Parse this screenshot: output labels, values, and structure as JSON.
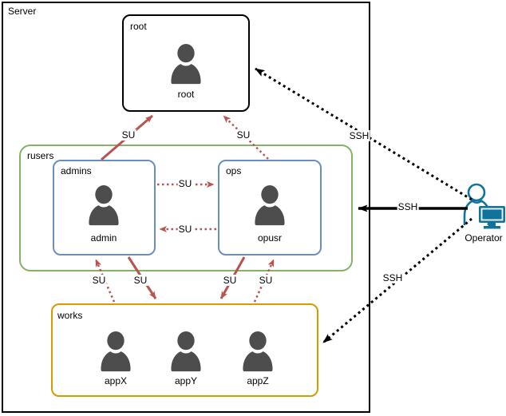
{
  "server": {
    "label": "Server"
  },
  "root_box": {
    "title": "root",
    "user": "root"
  },
  "rusers": {
    "title": "rusers"
  },
  "admins": {
    "title": "admins",
    "user": "admin"
  },
  "ops": {
    "title": "ops",
    "user": "opusr"
  },
  "works": {
    "title": "works",
    "users": [
      "appX",
      "appY",
      "appZ"
    ]
  },
  "operator": {
    "label": "Operator"
  },
  "edges": [
    {
      "from": "admin",
      "to": "root",
      "label": "SU",
      "style": "solid-red"
    },
    {
      "from": "opusr",
      "to": "root",
      "label": "SU",
      "style": "dotted-red"
    },
    {
      "from": "admin",
      "to": "opusr",
      "label": "SU",
      "style": "dotted-red"
    },
    {
      "from": "opusr",
      "to": "admin",
      "label": "SU",
      "style": "dotted-red"
    },
    {
      "from": "works",
      "to": "admin",
      "label": "SU",
      "style": "dotted-red"
    },
    {
      "from": "admin",
      "to": "works",
      "label": "SU",
      "style": "solid-red"
    },
    {
      "from": "opusr",
      "to": "works",
      "label": "SU",
      "style": "solid-red"
    },
    {
      "from": "works",
      "to": "opusr",
      "label": "SU",
      "style": "dotted-red"
    },
    {
      "from": "operator",
      "to": "root",
      "label": "SSH",
      "style": "dotted-black"
    },
    {
      "from": "operator",
      "to": "rusers",
      "label": "SSH",
      "style": "solid-black"
    },
    {
      "from": "operator",
      "to": "works",
      "label": "SSH",
      "style": "dotted-black"
    }
  ],
  "colors": {
    "arrow_red": "#B85450",
    "arrow_black": "#000000",
    "group_green": "#82B366",
    "box_blue": "#6C8EBF",
    "group_orange": "#D79B00",
    "person_fill": "#4D4D4D",
    "operator_teal": "#10739E"
  }
}
